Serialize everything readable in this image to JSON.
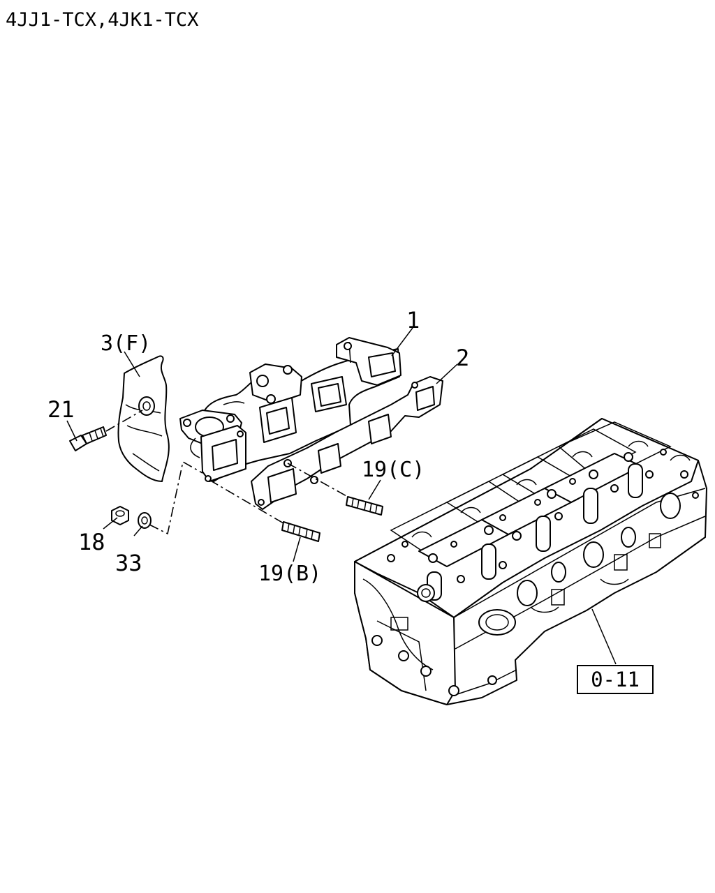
{
  "header": {
    "title": "4JJ1-TCX,4JK1-TCX"
  },
  "callouts": {
    "p1": "1",
    "p2": "2",
    "p3": "3(F)",
    "p21": "21",
    "p18": "18",
    "p33": "33",
    "p19c": "19(C)",
    "p19b": "19(B)",
    "ref": "0-11"
  },
  "colors": {
    "ink": "#000000",
    "paper": "#ffffff"
  }
}
